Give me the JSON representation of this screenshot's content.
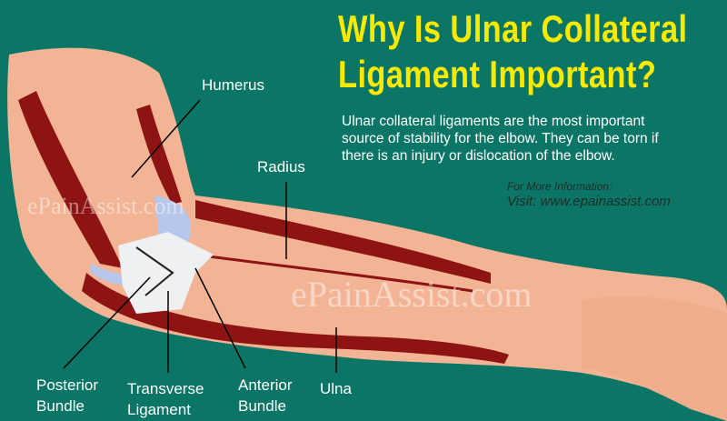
{
  "title": {
    "line1": "Why Is Ulnar Collateral",
    "line2": "Ligament Important?"
  },
  "description": "Ulnar collateral ligaments are the most important source of stability for the elbow. They can be torn if there is an injury or dislocation of the elbow.",
  "more_info": {
    "label": "For More Information:",
    "visit": "Visit: www.epainassist.com"
  },
  "labels": {
    "humerus": "Humerus",
    "radius": "Radius",
    "posterior_bundle": "Posterior Bundle",
    "transverse_ligament": "Transverse Ligament",
    "anterior_bundle": "Anterior Bundle",
    "ulna": "Ulna"
  },
  "watermark": "ePainAssist.com",
  "colors": {
    "background": "#0b7566",
    "title": "#f7ea00",
    "skin": "#f3b495",
    "bone": "#8e1414"
  }
}
